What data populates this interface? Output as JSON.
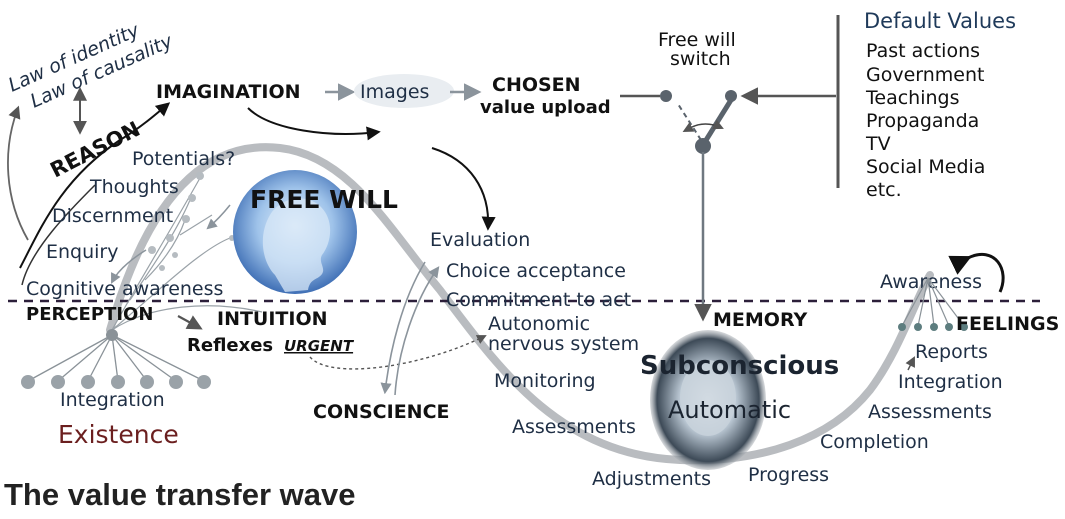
{
  "title": "The value transfer wave",
  "reason": {
    "law_identity": "Law of identity",
    "law_causality": "Law of causality",
    "reason": "REASON"
  },
  "top_flow": {
    "imagination": "IMAGINATION",
    "images": "Images",
    "chosen": "CHOSEN",
    "value_upload": "value upload",
    "switch_line1": "Free will",
    "switch_line2": "switch"
  },
  "default_values": {
    "heading": "Default Values",
    "items": [
      "Past actions",
      "Government",
      "Teachings",
      "Propaganda",
      "TV",
      "Social Media",
      "etc."
    ]
  },
  "left_branch": {
    "potentials": "Potentials?",
    "thoughts": "Thoughts",
    "discernment": "Discernment",
    "enquiry": "Enquiry",
    "cognitive_awareness": "Cognitive awareness",
    "perception": "PERCEPTION",
    "intuition": "INTUITION",
    "reflexes": "Reflexes",
    "urgent": "URGENT",
    "integration": "Integration",
    "existence": "Existence"
  },
  "free_will": "FREE WILL",
  "middle": {
    "evaluation": "Evaluation",
    "choice_acceptance": "Choice acceptance",
    "commitment": "Commitment to act",
    "conscience": "CONSCIENCE",
    "autonomic_line1": "Autonomic",
    "autonomic_line2": "nervous system",
    "monitoring": "Monitoring",
    "assessments": "Assessments",
    "adjustments": "Adjustments",
    "progress": "Progress",
    "completion": "Completion"
  },
  "memory": {
    "memory": "MEMORY",
    "subconscious": "Subconscious",
    "automatic": "Automatic"
  },
  "right_branch": {
    "awareness": "Awareness",
    "feelings": "FEELINGS",
    "reports": "Reports",
    "integration": "Integration",
    "assessments": "Assessments"
  },
  "colors": {
    "wave": "#b9bcc0",
    "dashed_line": "#2c1f3a",
    "label": "#1f2f45",
    "existence": "#6b1f1f",
    "default_values_heading": "#1f3a5a",
    "dot": "#8a9298"
  }
}
